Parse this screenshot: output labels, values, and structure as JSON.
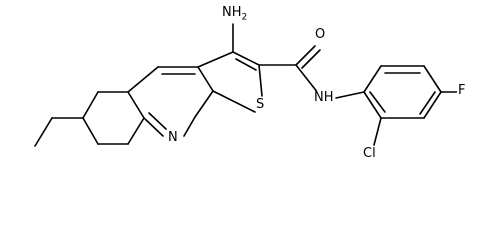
{
  "molecule": {
    "atom_labels": {
      "amino": "NH2",
      "carbonyl_oxygen": "O",
      "amide_nh": "NH",
      "thiophene_sulfur": "S",
      "pyridine_nitrogen": "N",
      "chlorine": "Cl",
      "fluorine": "F"
    }
  }
}
